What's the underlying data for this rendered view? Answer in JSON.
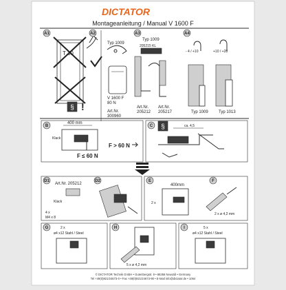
{
  "brand": {
    "name": "DICTATOR",
    "color": "#e8661c"
  },
  "title": "Montageanleitung / Manual  V 1600 F",
  "sections": {
    "a1": {
      "label": "A1"
    },
    "a2": {
      "label": "A2",
      "type": "Typ 1009",
      "model": "V 1600 F",
      "force": "80 N",
      "art1": "Art.Nr.",
      "art1_no": "300960"
    },
    "a3": {
      "label": "A3",
      "type": "Typ 1009",
      "type2": "205215 KL",
      "art2": "Art.Nr.",
      "art2_no": "205212",
      "art3": "Art.Nr.",
      "art3_no": "205217"
    },
    "a4": {
      "label": "A4",
      "dim1": "- 4 / +10",
      "dim2": "+10 / +28",
      "type1": "Typ 1009",
      "type2": "Typ 1013"
    },
    "b": {
      "label": "B",
      "dim": "400 mm",
      "klack": "Klack",
      "force_gt": "F > 60 N",
      "force_le": "F ≤ 60 N"
    },
    "c": {
      "label": "C",
      "dim": "ca. 4,5"
    },
    "d1": {
      "label": "D1",
      "art": "Art.Nr. 205212",
      "klack": "Klack",
      "qty": "4 x",
      "screw": "M4 x 8"
    },
    "d2": {
      "label": "D2"
    },
    "e": {
      "label": "E",
      "dim": "400mm",
      "qty": "2 x"
    },
    "f": {
      "label": "F",
      "qty": "2 x",
      "screw": "2 x ø 4,2 mm"
    },
    "g": {
      "label": "G",
      "qty": "2 x",
      "screw": "ø4 x12  Stahl / Steel"
    },
    "h": {
      "label": "H",
      "screw": "5 x ø 4,2 mm"
    },
    "i": {
      "label": "I",
      "qty": "5 x",
      "screw": "ø4 x12  Stahl / Steel"
    }
  },
  "footer": {
    "line1": "© DICTATOR Technik GmbH • Gutenbergstr. 9 • 86356 Neusäß • Germany",
    "line2": "Tel +49(0)821/24673-0 • Fax +49(0)821/24673-90 • E-Mail info@dictator.de • 1064"
  }
}
